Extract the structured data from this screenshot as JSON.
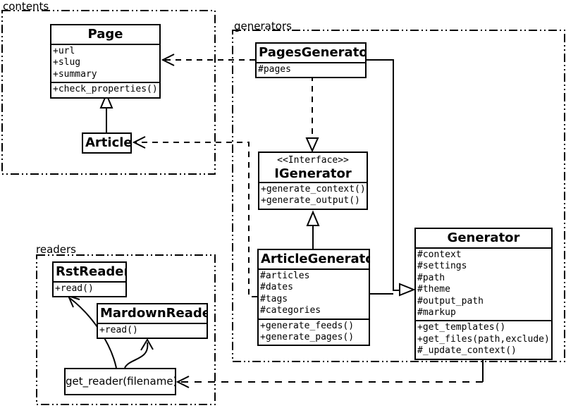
{
  "diagram": {
    "packages": {
      "contents": {
        "label": "contents"
      },
      "generators": {
        "label": "generators"
      },
      "readers": {
        "label": "readers"
      }
    },
    "classes": {
      "page": {
        "title": "Page",
        "attributes": [
          "+url",
          "+slug",
          "+summary"
        ],
        "methods": [
          "+check_properties()"
        ]
      },
      "article": {
        "title": "Article"
      },
      "pages_generator": {
        "title": "PagesGenerator",
        "attributes": [
          "#pages"
        ]
      },
      "igenerator": {
        "stereotype": "<<Interface>>",
        "title": "IGenerator",
        "methods": [
          "+generate_context()",
          "+generate_output()"
        ]
      },
      "article_generator": {
        "title": "ArticleGenerator",
        "attributes": [
          "#articles",
          "#dates",
          "#tags",
          "#categories"
        ],
        "methods": [
          "+generate_feeds()",
          "+generate_pages()"
        ]
      },
      "generator": {
        "title": "Generator",
        "attributes": [
          "#context",
          "#settings",
          "#path",
          "#theme",
          "#output_path",
          "#markup"
        ],
        "methods": [
          "+get_templates()",
          "+get_files(path,exclude)",
          "#_update_context()"
        ]
      },
      "rst_reader": {
        "title": "RstReader",
        "methods": [
          "+read()"
        ]
      },
      "markdown_reader": {
        "title": "MardownReader",
        "methods": [
          "+read()"
        ]
      },
      "get_reader": {
        "title": "get_reader(filename)"
      }
    },
    "relationships": [
      "Article --|> Page",
      "PagesGenerator ..> Page",
      "ArticleGenerator ..> Article",
      "PagesGenerator ..|> IGenerator",
      "ArticleGenerator --|> IGenerator",
      "PagesGenerator --|> Generator",
      "ArticleGenerator --|> Generator",
      "Generator ..> get_reader(filename)",
      "get_reader(filename) --> RstReader",
      "get_reader(filename) --> MardownReader"
    ],
    "colors": {
      "line": "#000000",
      "background": "#ffffff"
    }
  }
}
